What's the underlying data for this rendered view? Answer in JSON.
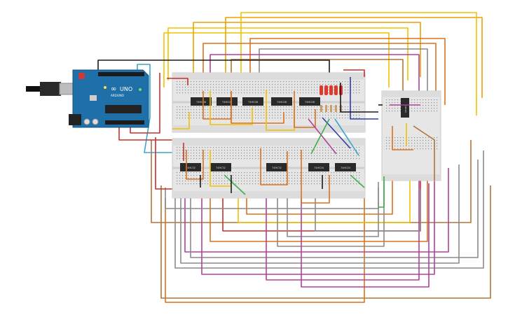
{
  "arduino": {
    "logo_text": "UNO",
    "brand_text": "ARDUINO",
    "icon": "infinity-logo-icon",
    "board_color": "#1f6fa8"
  },
  "chips": [
    {
      "label": "74HC08"
    },
    {
      "label": "74HC08"
    },
    {
      "label": "74HC08"
    },
    {
      "label": "74HC08"
    },
    {
      "label": "74HC08"
    },
    {
      "label": "74HC32"
    },
    {
      "label": "74HC32"
    },
    {
      "label": "74HC32"
    },
    {
      "label": "74HC04"
    },
    {
      "label": "74HC04"
    },
    {
      "label": "74HC86"
    }
  ],
  "wire_colors": [
    "#f2c100",
    "#e8a200",
    "#d9721f",
    "#8a8a8a",
    "#b0419a",
    "#b07338",
    "#cc2e2e",
    "#3aa6c9",
    "#2e3ea8",
    "#3fae49",
    "#1a1a1a"
  ],
  "led_color": "#e03a2f"
}
